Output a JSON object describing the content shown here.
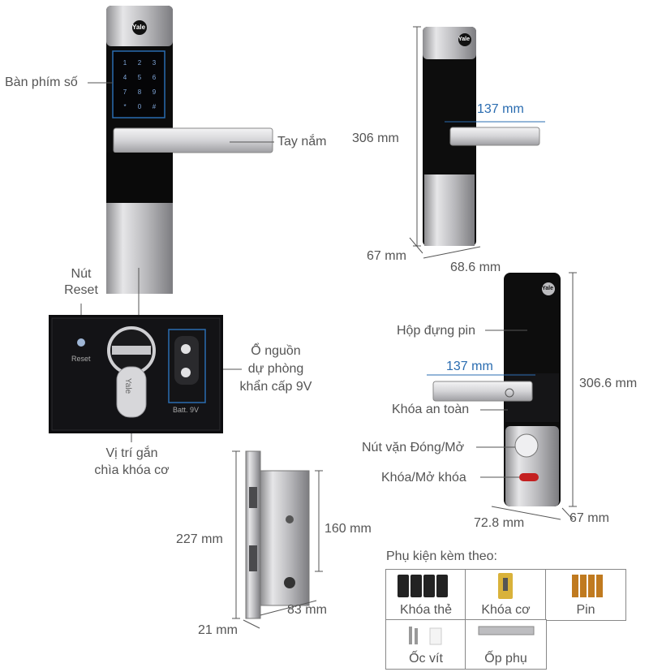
{
  "front_view": {
    "brand": "Yale",
    "keypad_label": "Bàn phím số",
    "handle_label": "Tay nắm",
    "reset_label_line1": "Nút",
    "reset_label_line2": "Reset",
    "reset_printed": "Reset",
    "keyhole_label_line1": "Vị trí gắn",
    "keyhole_label_line2": "chìa khóa cơ",
    "battery_label_line1": "Ổ nguồn",
    "battery_label_line2": "dự phòng",
    "battery_label_line3": "khẩn cấp 9V",
    "battery_printed": "Batt. 9V",
    "cylinder_brand": "Yale",
    "keys": [
      "1",
      "2",
      "3",
      "4",
      "5",
      "6",
      "7",
      "8",
      "9",
      "*",
      "0",
      "#"
    ]
  },
  "side_view": {
    "brand": "Yale",
    "height": "306 mm",
    "handle_length": "137 mm",
    "depth": "67 mm",
    "width": "68.6 mm"
  },
  "back_view": {
    "brand": "Yale",
    "battery_box_label": "Hộp đựng pin",
    "handle_length": "137 mm",
    "safety_lock_label": "Khóa an toàn",
    "knob_label": "Nút vặn Đóng/Mở",
    "lock_toggle_label": "Khóa/Mở khóa",
    "height": "306.6 mm",
    "width": "72.8 mm",
    "depth": "67 mm"
  },
  "mortise": {
    "total_height": "227 mm",
    "body_height": "160 mm",
    "body_width": "83 mm",
    "faceplate_width": "21 mm"
  },
  "accessories": {
    "title": "Phụ kiện kèm theo:",
    "items": [
      "Khóa thẻ",
      "Khóa cơ",
      "Pin",
      "Ốc vít",
      "Ốp phụ"
    ]
  },
  "colors": {
    "accent_blue": "#2a6cb0",
    "lock_black": "#111111",
    "silver": "#c9c9cc"
  }
}
